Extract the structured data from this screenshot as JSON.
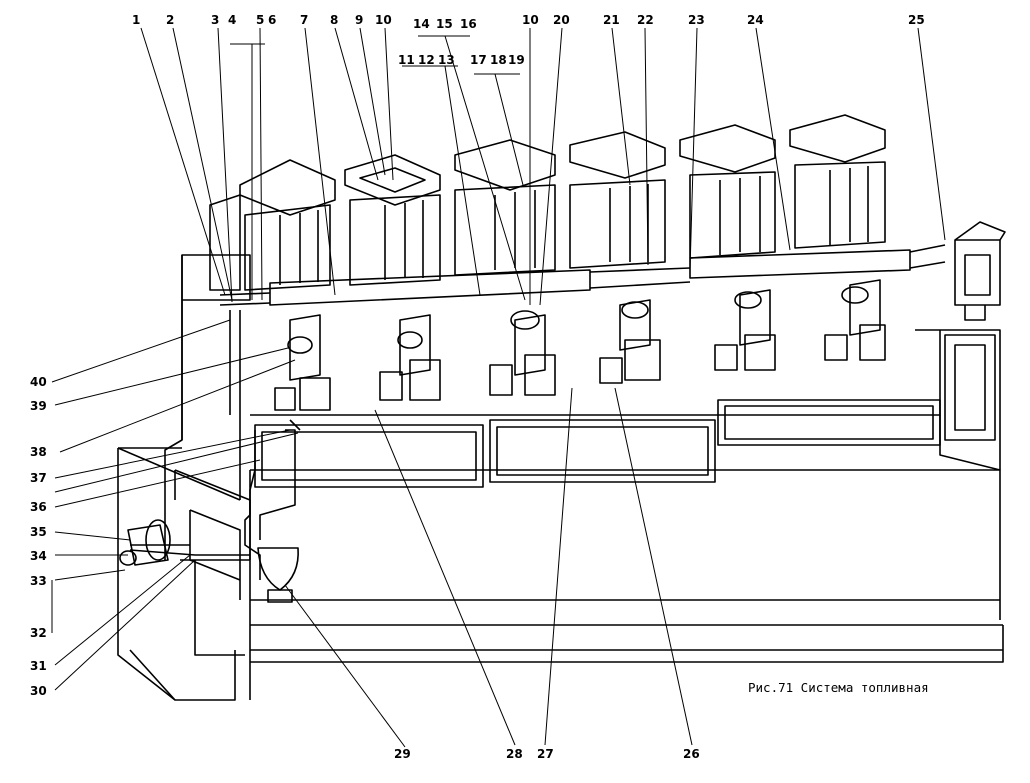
{
  "caption": "Рис.71 Система топливная",
  "labels": {
    "l1": "1",
    "l2": "2",
    "l3": "3",
    "l4": "4",
    "l5": "5",
    "l6": "6",
    "l7": "7",
    "l8": "8",
    "l9": "9",
    "l10a": "10",
    "l10b": "10",
    "l11": "11",
    "l12": "12",
    "l13": "13",
    "l14": "14",
    "l15": "15",
    "l16": "16",
    "l17": "17",
    "l18": "18",
    "l19": "19",
    "l20": "20",
    "l21": "21",
    "l22": "22",
    "l23": "23",
    "l24": "24",
    "l25": "25",
    "l26": "26",
    "l27": "27",
    "l28": "28",
    "l29": "29",
    "l30": "30",
    "l31": "31",
    "l32": "32",
    "l33": "33",
    "l34": "34",
    "l35": "35",
    "l36": "36",
    "l37": "37",
    "l38": "38",
    "l39": "39",
    "l40": "40"
  }
}
